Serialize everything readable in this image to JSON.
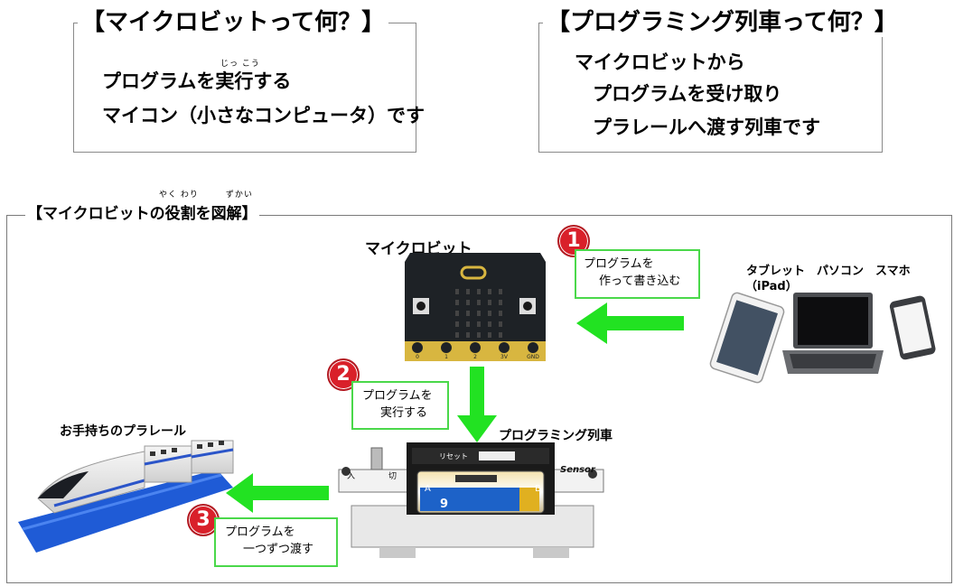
{
  "box1": {
    "title": "【マイクロビットって何？】",
    "line1": "プログラムを実行する",
    "ruby": "じっ こう",
    "line2": "マイコン（小さなコンピュータ）です"
  },
  "box2": {
    "title": "【プログラミング列車って何？】",
    "line1": "マイクロビットから",
    "line2": "プログラムを受け取り",
    "line3": "プラレールへ渡す列車です"
  },
  "diagram": {
    "title": "【マイクロビットの役割を図解】",
    "ruby": "やく わり　　　ずかい",
    "microbit_label": "マイクロビット",
    "devices_label": "タブレット　パソコン　スマホ",
    "ipad_label": "（iPad）",
    "train_label": "お手持ちのプラレール",
    "prog_train_label": "プログラミング列車",
    "step1": {
      "num": "1",
      "line1": "プログラムを",
      "line2": "作って書き込む"
    },
    "step2": {
      "num": "2",
      "line1": "プログラムを",
      "line2": "実行する"
    },
    "step3": {
      "num": "3",
      "line1": "プログラムを",
      "line2": "一つずつ渡す"
    },
    "microbit_pins": [
      "0",
      "1",
      "2",
      "3V",
      "GND"
    ],
    "board_text": {
      "sensor": "Sensor",
      "switch_on": "入",
      "switch_off": "切",
      "reset": "リセット",
      "batt_a": "A",
      "batt_b": "B",
      "batt_label": "9"
    }
  },
  "colors": {
    "arrow_green": "#22e222",
    "box_green": "#4ad84a",
    "number_red": "#d9202a",
    "microbit_black": "#1e2226"
  }
}
